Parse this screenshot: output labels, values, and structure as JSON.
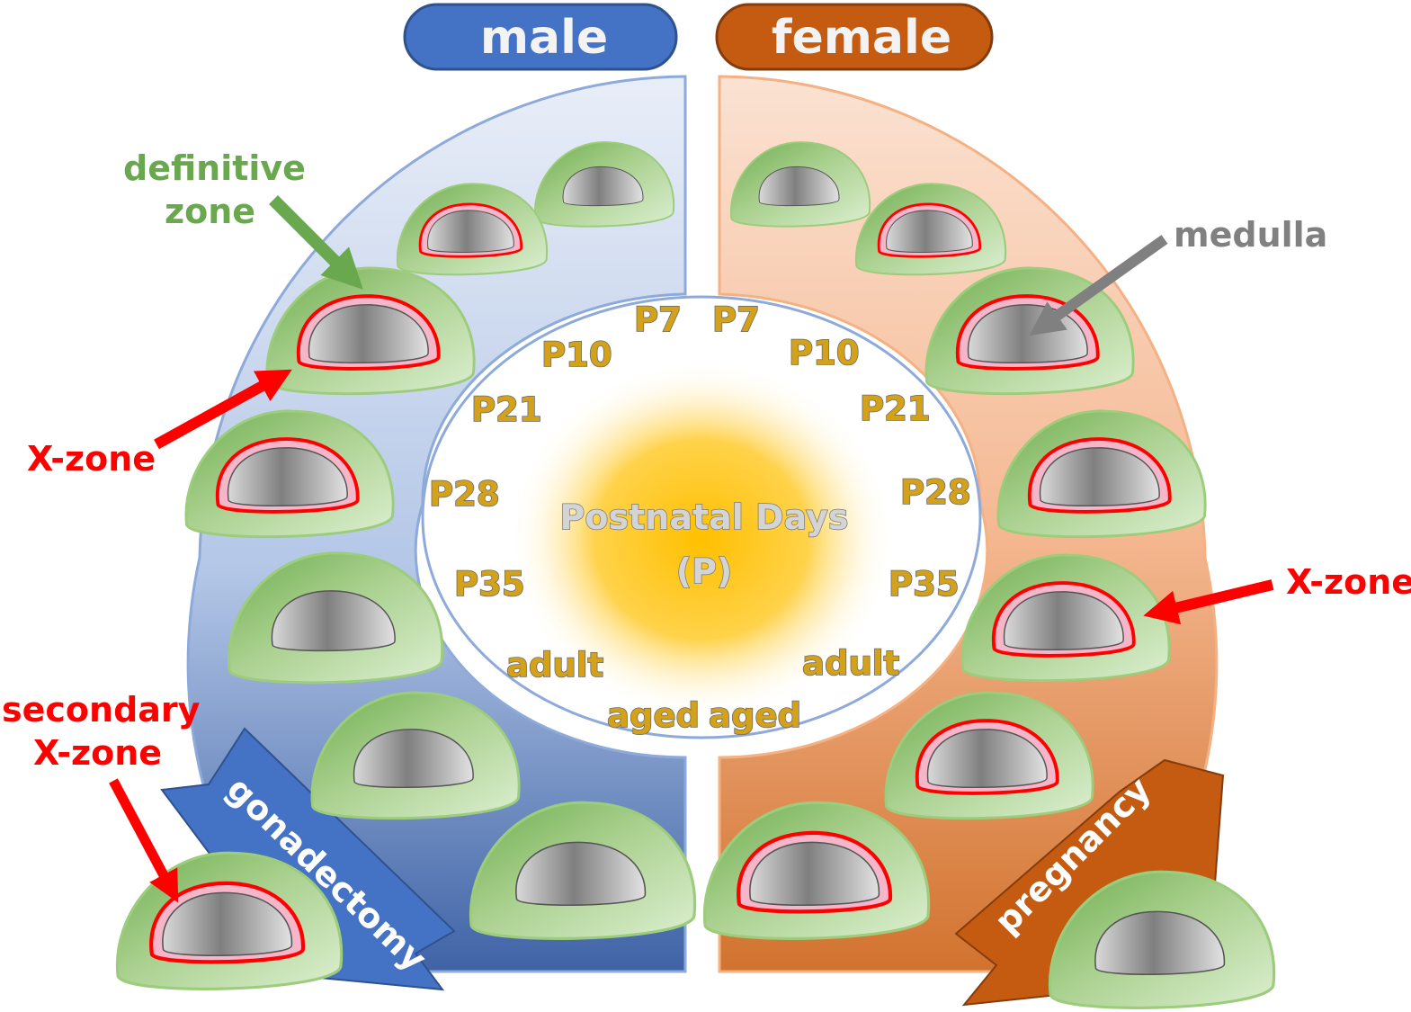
{
  "headers": {
    "male": {
      "label": "male",
      "color": "#4472c4"
    },
    "female": {
      "label": "female",
      "color": "#c55a11"
    }
  },
  "center": {
    "line1": "Postnatal Days",
    "line2": "(P)"
  },
  "male_days": [
    "P7",
    "P10",
    "P21",
    "P28",
    "P35",
    "adult",
    "aged"
  ],
  "female_days": [
    "P7",
    "P10",
    "P21",
    "P28",
    "P35",
    "adult",
    "aged"
  ],
  "labels": {
    "definitive_zone_1": "definitive",
    "definitive_zone_2": "zone",
    "x_zone_left": "X-zone",
    "x_zone_right": "X-zone",
    "secondary_1": "secondary",
    "secondary_2": "X-zone",
    "medulla": "medulla"
  },
  "side_arrows": {
    "gonadectomy": {
      "label": "gonadectomy",
      "color": "#4472c4"
    },
    "pregnancy": {
      "label": "pregnancy",
      "color": "#c55a11"
    }
  },
  "colors": {
    "cortex": "#a9d08e",
    "x_zone": "#ff0000",
    "x_zone_fill": "#f4b6c8",
    "medulla": "#a6a6a6",
    "center_glow": "#ffc000",
    "label_red": "#ff0000",
    "label_green": "#6aa84f",
    "label_gray": "#808080"
  },
  "glands": {
    "male": [
      {
        "stage": "P7",
        "x_zone": false
      },
      {
        "stage": "P10",
        "x_zone": true
      },
      {
        "stage": "P21",
        "x_zone": true
      },
      {
        "stage": "P28",
        "x_zone": true
      },
      {
        "stage": "P35",
        "x_zone": false
      },
      {
        "stage": "adult",
        "x_zone": false
      },
      {
        "stage": "aged",
        "x_zone": false
      },
      {
        "stage": "gonadectomy",
        "x_zone": true
      }
    ],
    "female": [
      {
        "stage": "P7",
        "x_zone": false
      },
      {
        "stage": "P10",
        "x_zone": true
      },
      {
        "stage": "P21",
        "x_zone": true
      },
      {
        "stage": "P28",
        "x_zone": true
      },
      {
        "stage": "P35",
        "x_zone": true
      },
      {
        "stage": "adult",
        "x_zone": true
      },
      {
        "stage": "aged",
        "x_zone": true
      },
      {
        "stage": "pregnancy",
        "x_zone": false
      }
    ]
  }
}
